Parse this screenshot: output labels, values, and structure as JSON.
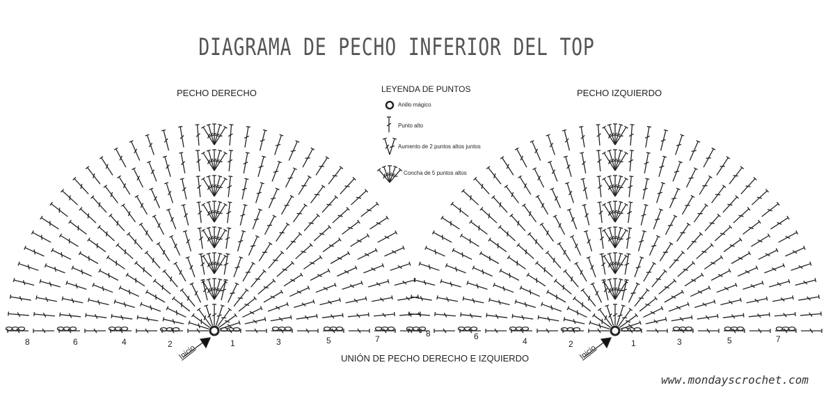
{
  "title": "DIAGRAMA DE PECHO INFERIOR DEL TOP",
  "left_label": "PECHO DERECHO",
  "right_label": "PECHO IZQUIERDO",
  "legend": {
    "title": "LEYENDA DE PUNTOS",
    "items": [
      "Anillo mágico",
      "Punto alto",
      "Aumento de 2 puntos altos juntos",
      "Concha de 5 puntos altos"
    ]
  },
  "row_numbers_left": [
    "8",
    "6",
    "4",
    "2"
  ],
  "row_numbers_right": [
    "1",
    "3",
    "5",
    "7"
  ],
  "start_label": "Inicio",
  "bottom_label": "UNIÓN DE PECHO DERECHO E IZQUIERDO",
  "url": "www.mondayscrochet.com",
  "rows": 8
}
